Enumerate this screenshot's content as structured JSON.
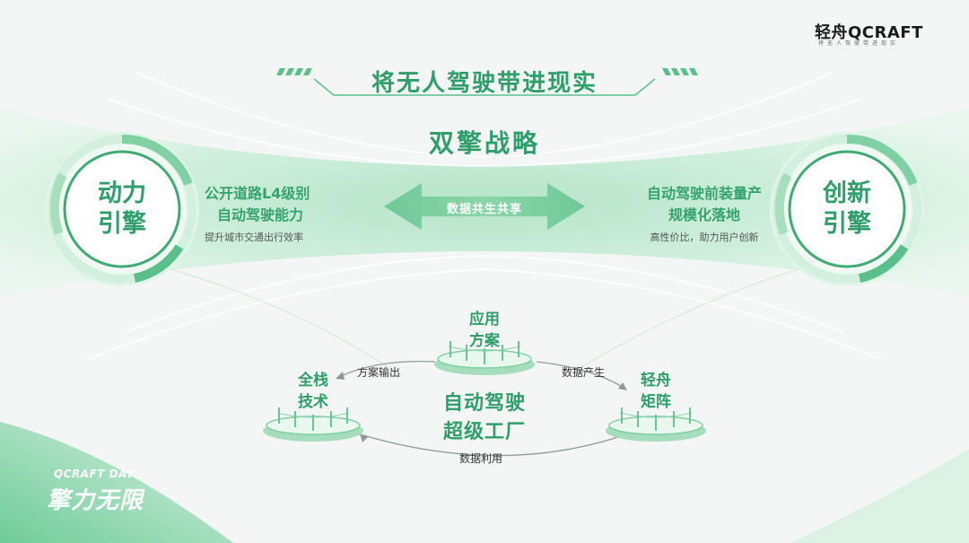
{
  "brand": {
    "logo": "轻舟QCRAFT",
    "tagline": "将无人驾驶带进现实"
  },
  "title": "将无人驾驶带进现实",
  "strategy": "双擎战略",
  "data_sharing": "数据共生共享",
  "left_engine": {
    "label_line1": "动力",
    "label_line2": "引擎",
    "ability_line1": "公开道路L4级别",
    "ability_line2": "自动驾驶能力",
    "sub": "提升城市交通出行效率"
  },
  "right_engine": {
    "label_line1": "创新",
    "label_line2": "引擎",
    "ability_line1": "自动驾驶前装量产",
    "ability_line2": "规模化落地",
    "sub": "高性价比，助力用户创新"
  },
  "cycle": {
    "center_line1": "自动驾驶",
    "center_line2": "超级工厂",
    "top_node_line1": "应用",
    "top_node_line2": "方案",
    "left_node_line1": "全栈",
    "left_node_line2": "技术",
    "right_node_line1": "轻舟",
    "right_node_line2": "矩阵",
    "flow_left_top": "方案输出",
    "flow_right_top": "数据产生",
    "flow_bottom": "数据利用"
  },
  "event_badge": {
    "top": "QCRAFT DAY",
    "main": "擎力无限"
  },
  "colors": {
    "accent": "#2f9e6a",
    "light_green": "#bfe8cf",
    "arrow": "#79cf9d",
    "background": "#f4f6f5"
  }
}
